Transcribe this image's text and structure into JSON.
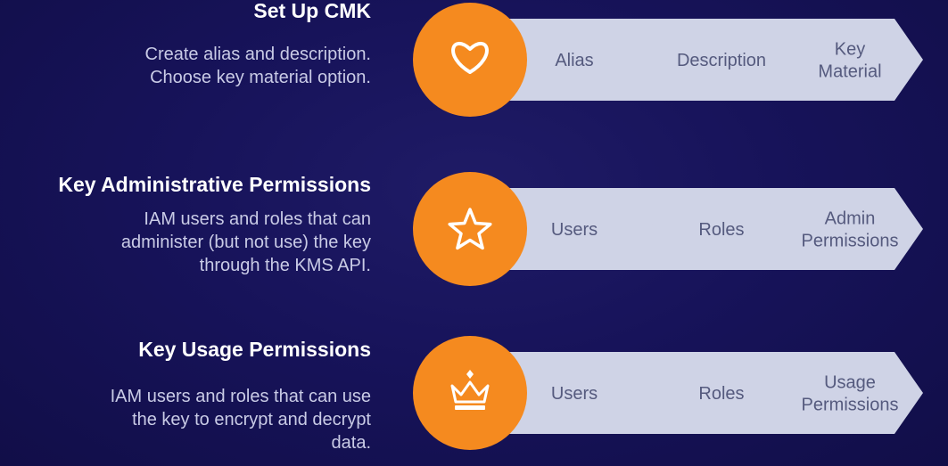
{
  "colors": {
    "background": "#17135a",
    "accent": "#f58a1f",
    "chevron": "#cfd3e6",
    "chevron_text": "#555a7e"
  },
  "sections": [
    {
      "title": "Set Up CMK",
      "description": [
        "Create alias and description.",
        "Choose key material option."
      ],
      "icon": "heart-icon",
      "steps": [
        [
          "Alias"
        ],
        [
          "Description"
        ],
        [
          "Key",
          "Material"
        ]
      ]
    },
    {
      "title": "Key Administrative Permissions",
      "description": [
        "IAM users and roles that can",
        "administer (but not use) the key",
        "through the KMS API."
      ],
      "icon": "star-icon",
      "steps": [
        [
          "Users"
        ],
        [
          "Roles"
        ],
        [
          "Admin",
          "Permissions"
        ]
      ]
    },
    {
      "title": "Key Usage Permissions",
      "description": [
        "IAM users and roles that can use",
        "the key to encrypt and decrypt",
        "data."
      ],
      "icon": "crown-icon",
      "steps": [
        [
          "Users"
        ],
        [
          "Roles"
        ],
        [
          "Usage",
          "Permissions"
        ]
      ]
    }
  ]
}
